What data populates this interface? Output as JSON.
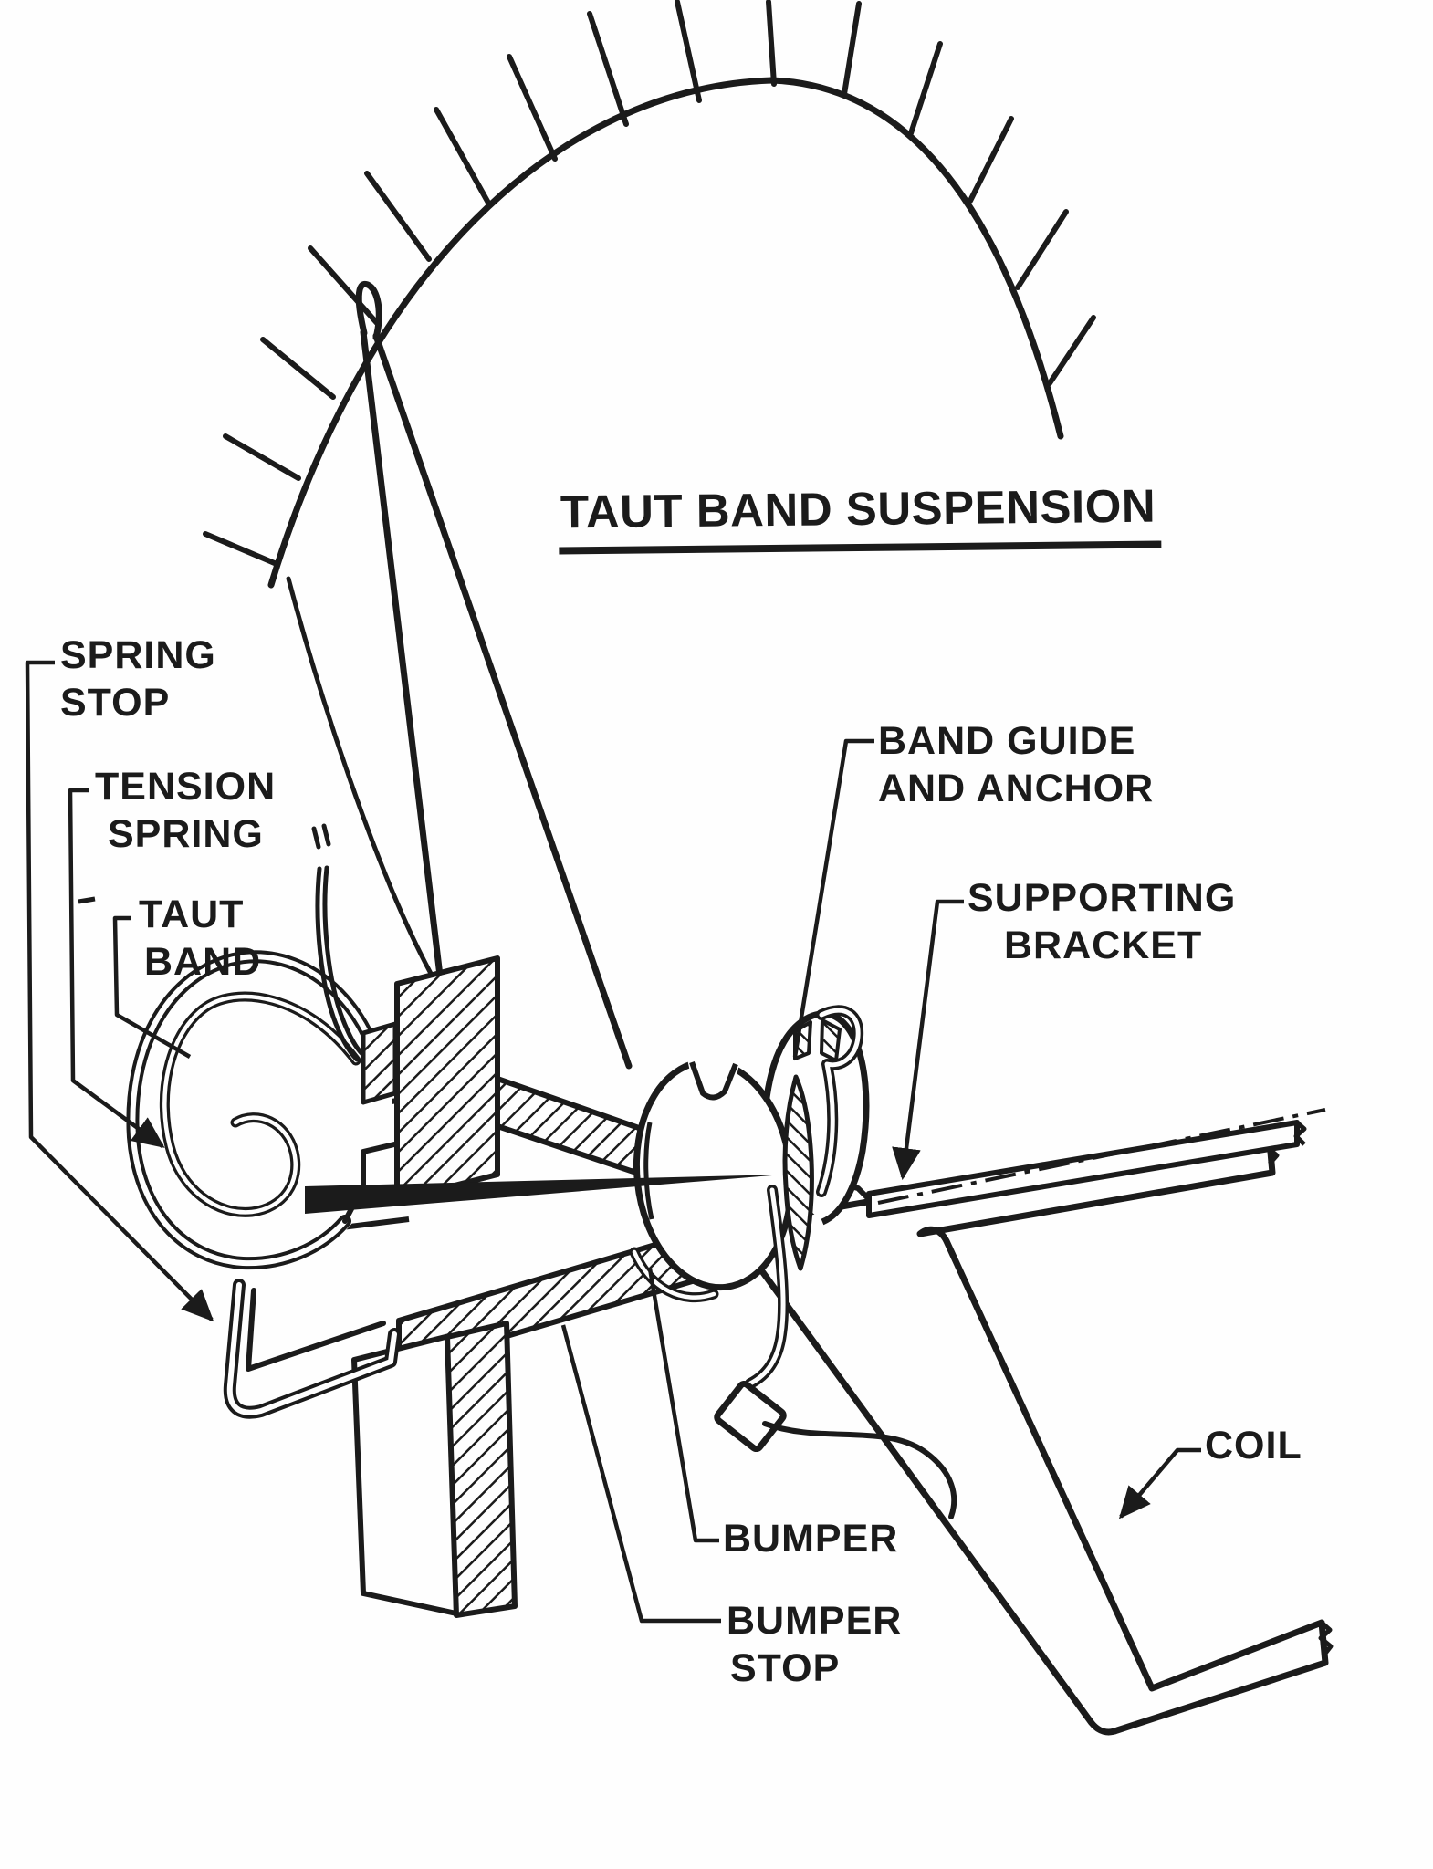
{
  "title": "TAUT BAND SUSPENSION",
  "labels": {
    "spring_stop": {
      "line1": "SPRING",
      "line2": "STOP"
    },
    "tension_spring": {
      "line1": "TENSION",
      "line2": "SPRING"
    },
    "taut_band": {
      "line1": "TAUT",
      "line2": "BAND"
    },
    "band_guide": {
      "line1": "BAND GUIDE",
      "line2": "AND ANCHOR"
    },
    "supporting_bracket": {
      "line1": "SUPPORTING",
      "line2": "BRACKET"
    },
    "bumper": {
      "line1": "BUMPER"
    },
    "bumper_stop": {
      "line1": "BUMPER",
      "line2": "STOP"
    },
    "coil": {
      "line1": "COIL"
    }
  },
  "colors": {
    "ink": "#1b1b1b",
    "paper": "#fefefe"
  },
  "figure": {
    "type": "engineering-line-drawing",
    "subject": "taut band suspension meter movement cutaway",
    "parts": [
      "spring stop",
      "tension spring",
      "taut band",
      "band guide and anchor",
      "supporting bracket",
      "bumper",
      "bumper stop",
      "coil"
    ]
  }
}
